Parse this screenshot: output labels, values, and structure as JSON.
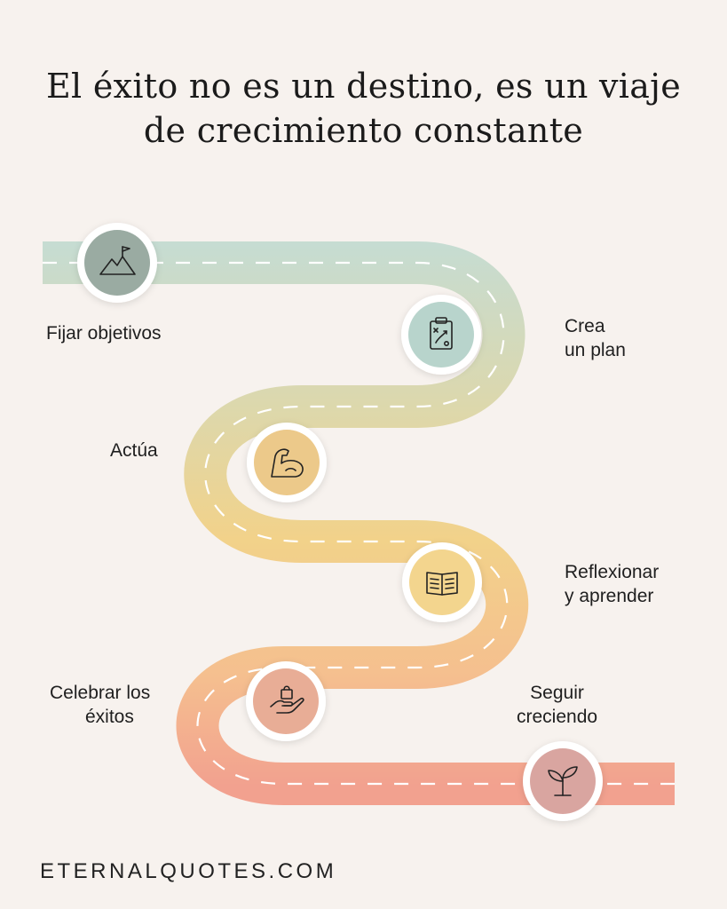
{
  "title": {
    "line1": "El éxito no es un destino, es un viaje",
    "line2": "de crecimiento constante"
  },
  "steps": [
    {
      "label_lines": [
        "Fijar objetivos"
      ],
      "icon": "mountain-flag-icon",
      "color": "#9aaba2"
    },
    {
      "label_lines": [
        "Crea",
        "un plan"
      ],
      "icon": "clipboard-strategy-icon",
      "color": "#b8d4cc"
    },
    {
      "label_lines": [
        "Actúa"
      ],
      "icon": "flexed-arm-icon",
      "color": "#ecc98a"
    },
    {
      "label_lines": [
        "Reflexionar",
        "y aprender"
      ],
      "icon": "open-book-icon",
      "color": "#f3d58e"
    },
    {
      "label_lines": [
        "Celebrar los",
        "éxitos"
      ],
      "icon": "hand-gift-icon",
      "color": "#e8ad96"
    },
    {
      "label_lines": [
        "Seguir",
        "creciendo"
      ],
      "icon": "sprout-icon",
      "color": "#d9a5a0"
    }
  ],
  "road_gradient": [
    "#c5dcd3",
    "#dcd8ad",
    "#f2d28a",
    "#f5bf8f",
    "#f2a18f"
  ],
  "footer": {
    "brand": "ETERNALQUOTES.COM"
  }
}
